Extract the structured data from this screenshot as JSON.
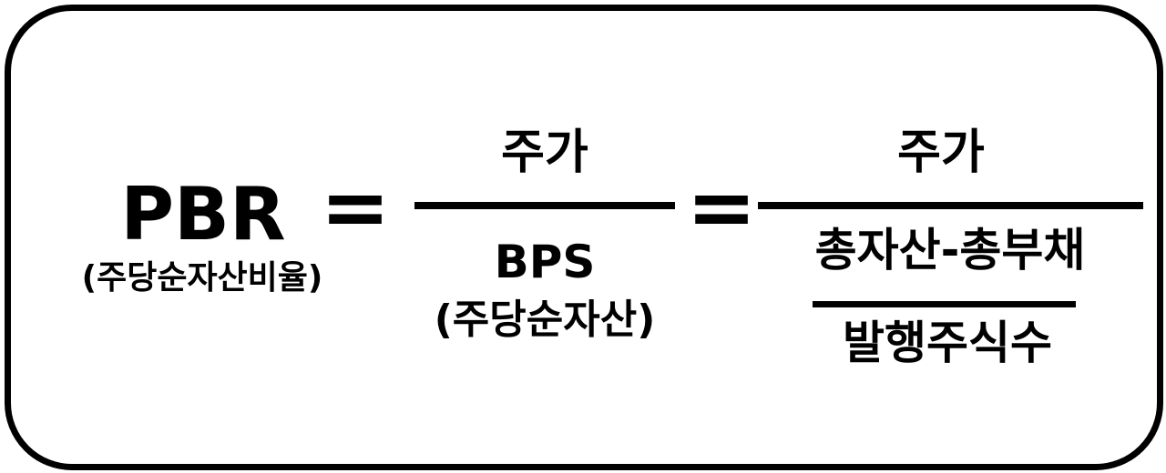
{
  "formula": {
    "lhs": {
      "term": "PBR",
      "term_note": "(주당순자산비율)"
    },
    "equals_sign": "=",
    "fraction_1": {
      "numerator": "주가",
      "denominator": "BPS",
      "denominator_note": "(주당순자산)"
    },
    "fraction_2": {
      "numerator": "주가",
      "denominator": {
        "numerator": "총자산-총부채",
        "denominator": "발행주식수"
      }
    }
  },
  "colors": {
    "ink": "#000000",
    "background": "#ffffff"
  }
}
